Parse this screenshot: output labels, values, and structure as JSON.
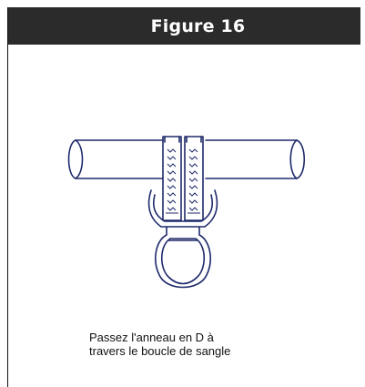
{
  "figure": {
    "title": "Figure 16",
    "caption_line1": "Passez l'anneau en D à",
    "caption_line2": "travers le boucle de sangle"
  },
  "colors": {
    "header_bg": "#2b2b2b",
    "header_text": "#ffffff",
    "line": "#1f2a6b"
  },
  "icons": {
    "illustration": "strap-d-ring-on-bar-drawing"
  }
}
